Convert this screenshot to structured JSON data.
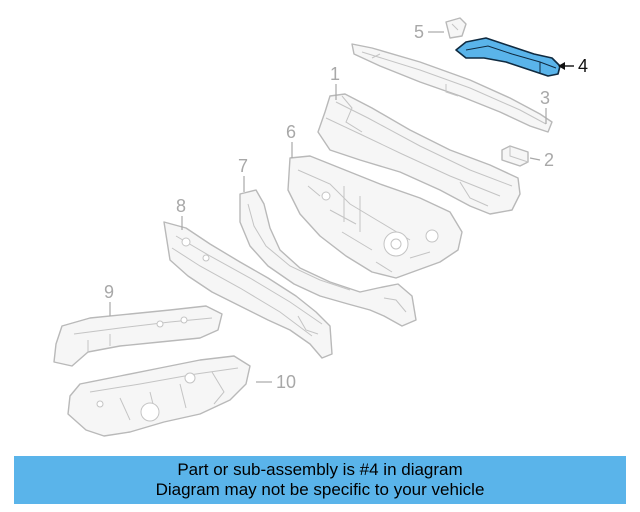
{
  "callouts": [
    "1",
    "2",
    "3",
    "4",
    "5",
    "6",
    "7",
    "8",
    "9",
    "10"
  ],
  "highlighted_part": "4",
  "colors": {
    "highlight": "#5ab4ea",
    "banner": "#5ab4ea",
    "outline": "#b9b9b9"
  },
  "banner": {
    "line1": "Part or sub-assembly is #4 in diagram",
    "line2": "Diagram may not be specific to your vehicle"
  }
}
